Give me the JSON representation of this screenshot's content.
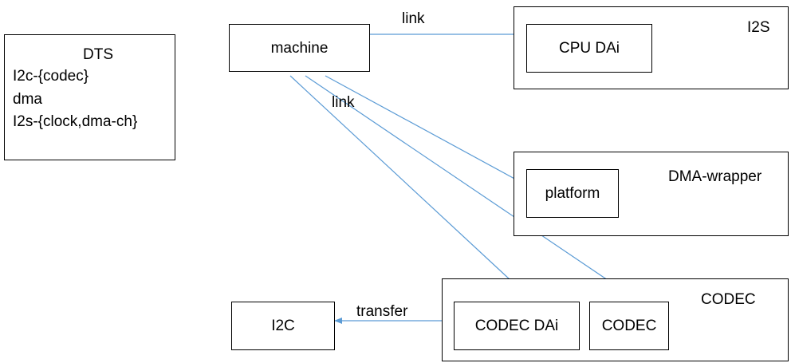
{
  "dts": {
    "title": "DTS",
    "lines": [
      "I2c-{codec}",
      "dma",
      "I2s-{clock,dma-ch}"
    ]
  },
  "nodes": {
    "machine": "machine",
    "i2s_group": "I2S",
    "cpu_dai": "CPU DAi",
    "dma_group": "DMA-wrapper",
    "platform": "platform",
    "codec_group": "CODEC",
    "codec_dai": "CODEC DAi",
    "codec": "CODEC",
    "i2c": "I2C"
  },
  "edges": {
    "link_top": "link",
    "link_mid": "link",
    "transfer": "transfer"
  },
  "colors": {
    "arrow": "#5b9bd5",
    "border": "#000000"
  }
}
